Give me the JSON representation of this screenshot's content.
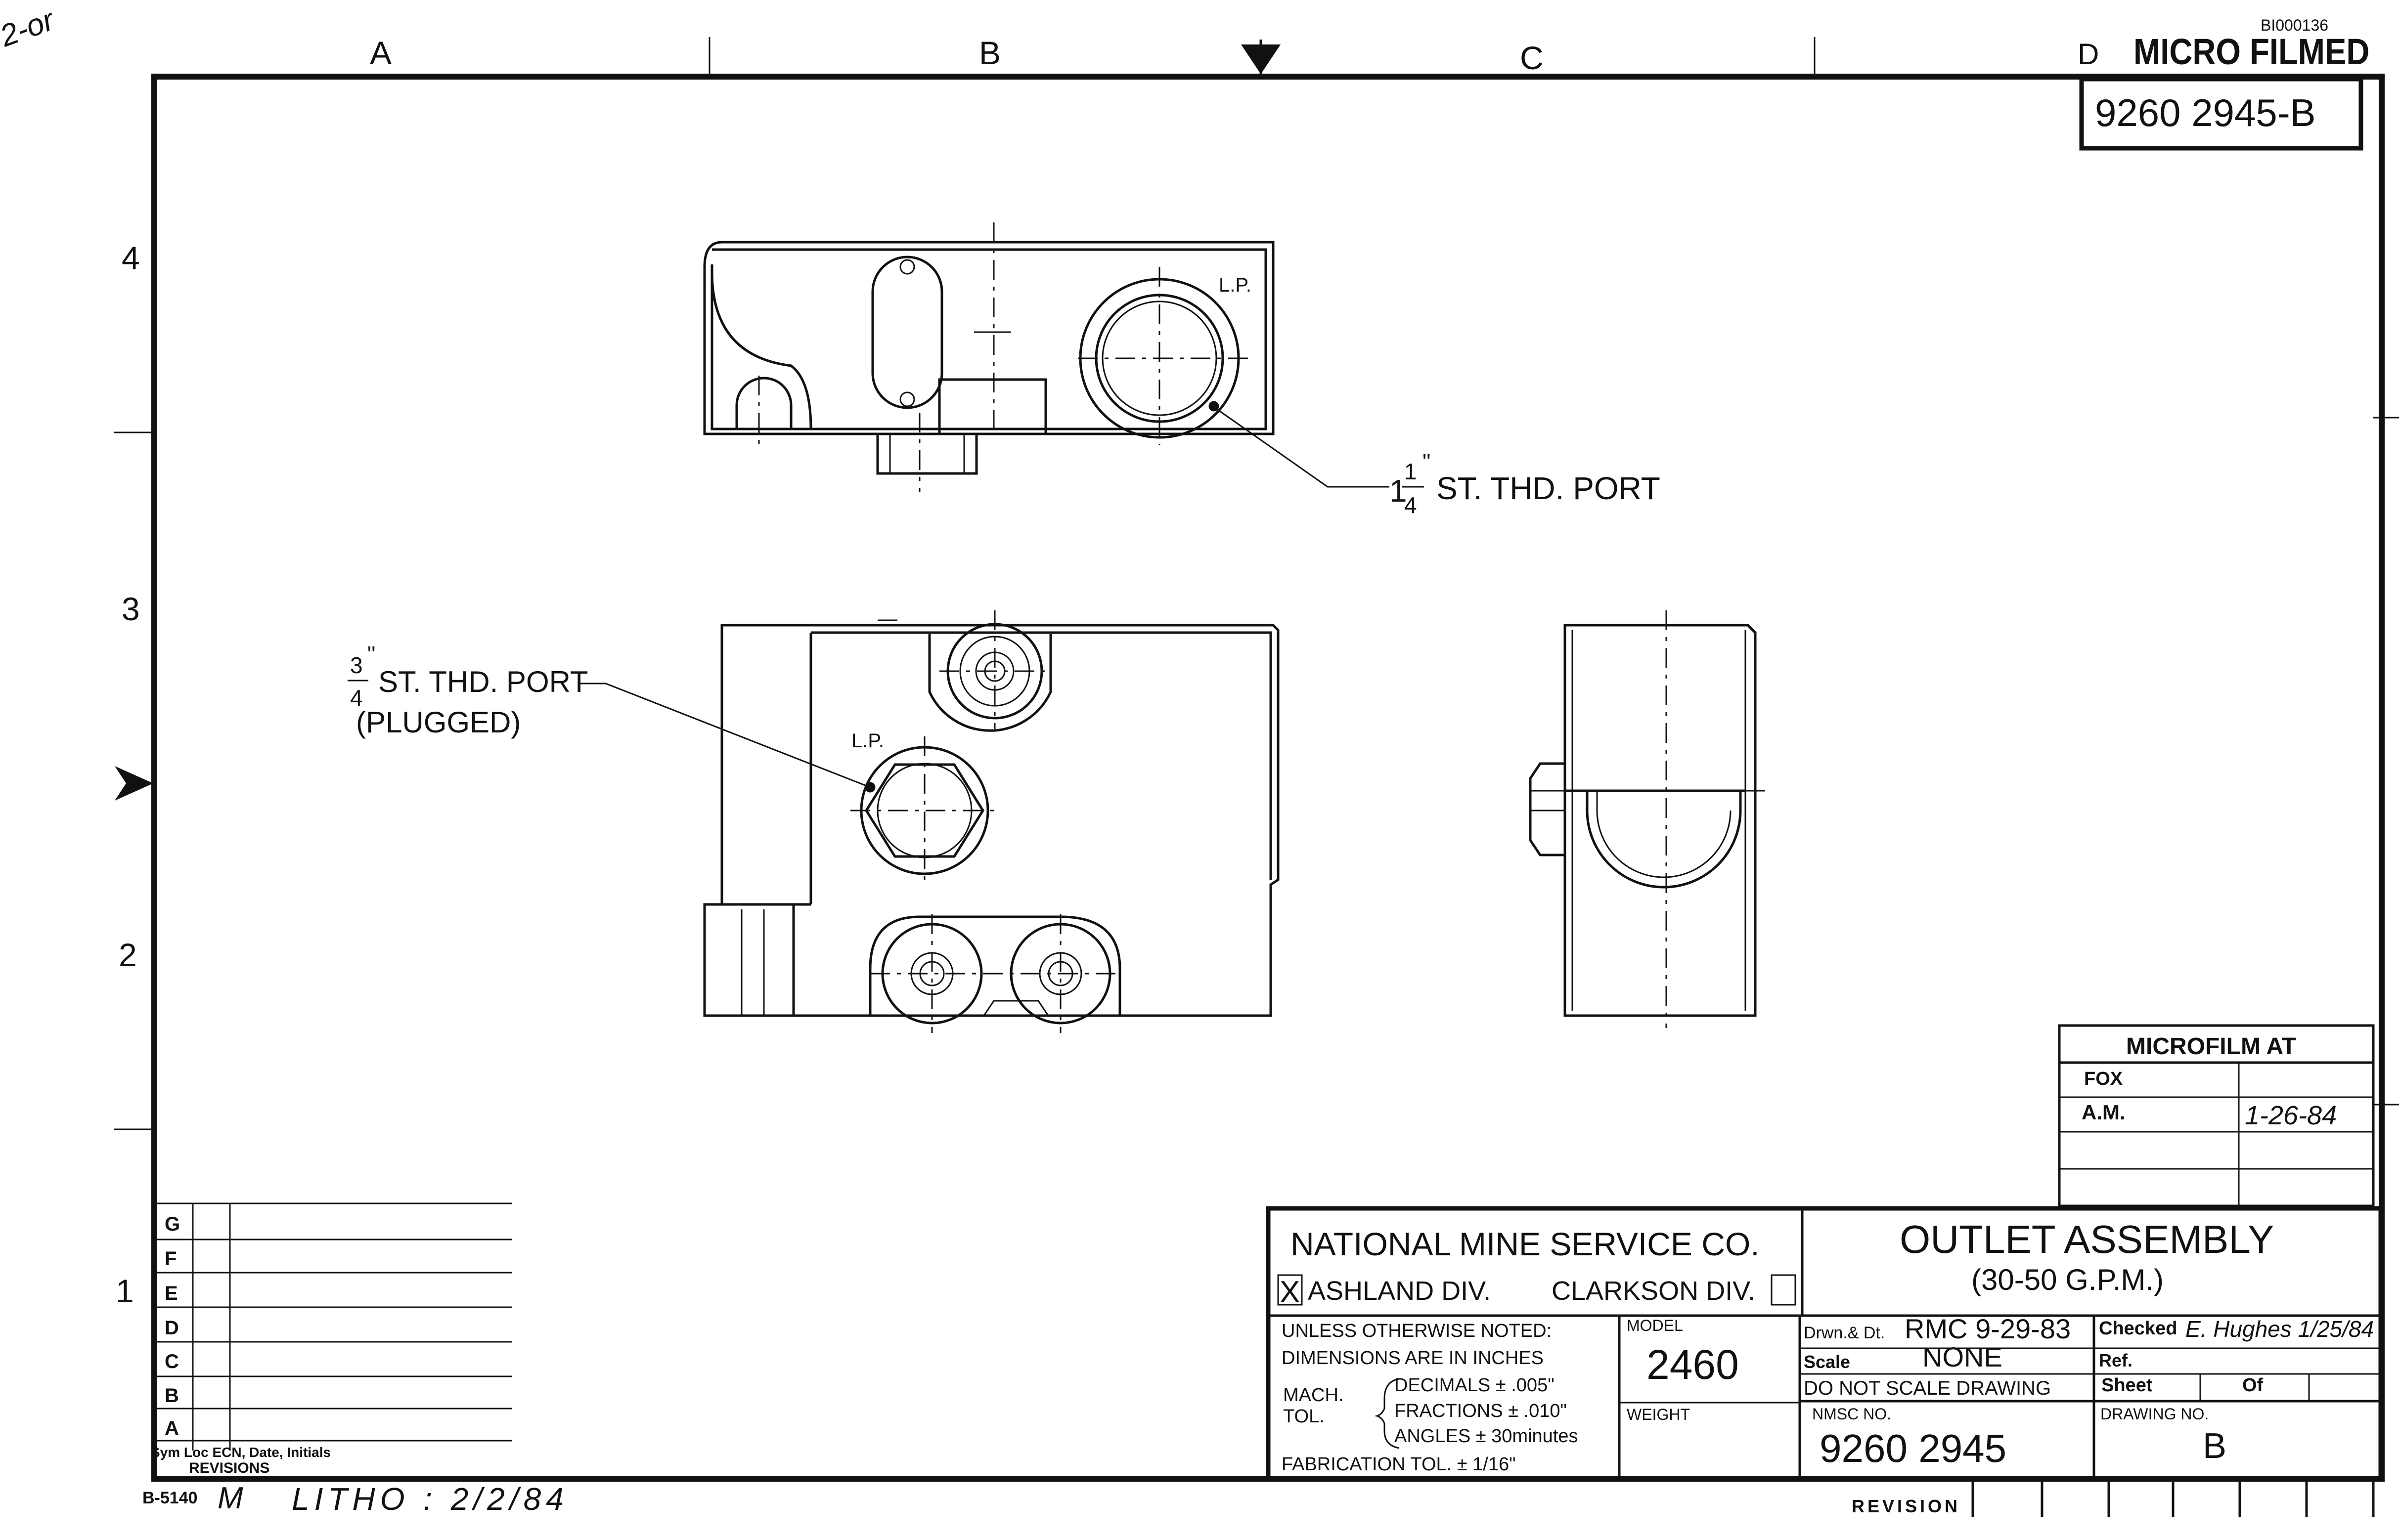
{
  "border": {
    "zone_columns": [
      "A",
      "B",
      "C",
      "D"
    ],
    "zone_rows": [
      "4",
      "3",
      "2",
      "1"
    ]
  },
  "corner_marks": {
    "top_left_scrawl": "2-or",
    "microfilm_id": "BI000136",
    "micro_filmed_stamp": "MICRO FILMED"
  },
  "drawing_number_box": "9260 2945-B",
  "views": {
    "top_view": {
      "lp_label": "L.P."
    },
    "front_view": {
      "lp_label": "L.P."
    }
  },
  "callouts": {
    "port_1_25": {
      "whole": "1",
      "num": "1",
      "den": "4",
      "inch_mark": "\"",
      "text": "ST. THD. PORT"
    },
    "port_0_75": {
      "num": "3",
      "den": "4",
      "inch_mark": "\"",
      "text": "ST. THD. PORT",
      "sub": "(PLUGGED)"
    }
  },
  "microfilm_box": {
    "title": "MICROFILM  AT",
    "rows": [
      {
        "label": "FOX",
        "value": ""
      },
      {
        "label": "A.M.",
        "value": "1-26-84"
      }
    ]
  },
  "revisions": {
    "letters": [
      "G",
      "F",
      "E",
      "D",
      "C",
      "B",
      "A"
    ],
    "footer_cols": "Sym Loc  ECN, Date, Initials",
    "footer_title": "REVISIONS"
  },
  "bottom_left": {
    "form_number": "B-5140",
    "initials": "M",
    "litho_note": "LITHO : 2/2/84"
  },
  "title_block": {
    "company": "NATIONAL MINE SERVICE CO.",
    "division_checked": "X",
    "division_1": "ASHLAND DIV.",
    "division_2": "CLARKSON DIV.",
    "drawing_title": "OUTLET ASSEMBLY",
    "drawing_subtitle": "(30-50 G.P.M.)",
    "tolerances": {
      "line_1": "UNLESS OTHERWISE NOTED:",
      "line_2": "DIMENSIONS ARE IN INCHES",
      "mach": "MACH.",
      "tol": "TOL.",
      "decimals": "DECIMALS ± .005\"",
      "fractions": "FRACTIONS ± .010\"",
      "angles": "ANGLES ± 30minutes",
      "fabrication": "FABRICATION TOL. ± 1/16\""
    },
    "model_label": "MODEL",
    "model_value": "2460",
    "weight_label": "WEIGHT",
    "weight_value": "",
    "drawn_label": "Drwn.& Dt.",
    "drawn_value": "RMC 9-29-83",
    "checked_label": "Checked",
    "checked_value": "E. Hughes 1/25/84",
    "scale_label": "Scale",
    "scale_value": "NONE",
    "ref_label": "Ref.",
    "do_not_scale": "DO NOT SCALE DRAWING",
    "sheet_label": "Sheet",
    "of_label": "Of",
    "nmsc_label": "NMSC NO.",
    "nmsc_value": "9260 2945",
    "drawing_no_label": "DRAWING NO.",
    "drawing_no_value": "B",
    "revision_label": "REVISION"
  }
}
